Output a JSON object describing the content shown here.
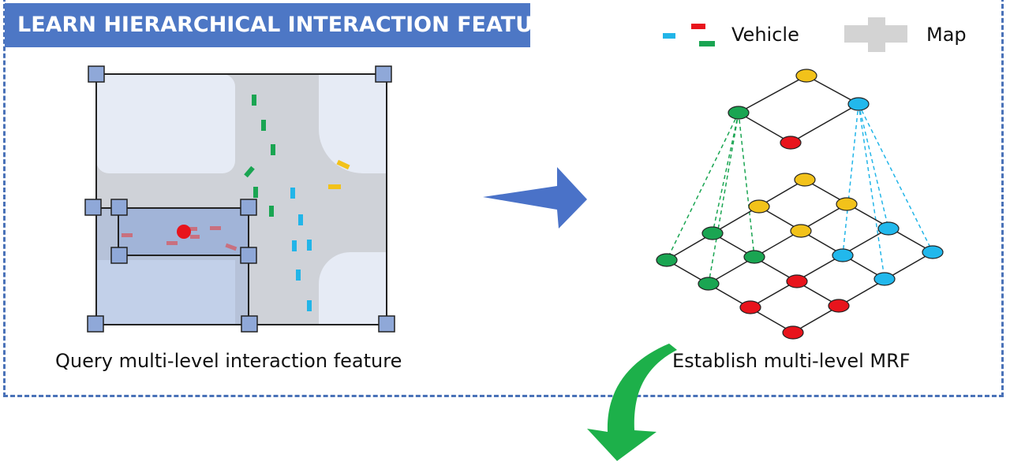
{
  "header": {
    "title": "LEARN HIERARCHICAL INTERACTION FEATURE"
  },
  "legend": {
    "vehicle_label": "Vehicle",
    "map_label": "Map",
    "vehicle_colors": [
      "#22b5e8",
      "#e8141c",
      "#1aa552"
    ]
  },
  "left_panel": {
    "caption": "Query multi-level interaction feature"
  },
  "right_panel": {
    "caption": "Establish multi-level MRF"
  },
  "colors": {
    "banner": "#4d77c5",
    "frame": "#4a72b8",
    "arrow_blue": "#4a72c8",
    "arrow_green": "#1db04a",
    "node_yellow": "#f2c21a",
    "node_blue": "#22b8ec",
    "node_green": "#1aa552",
    "node_red": "#e8141c",
    "road": "#cfd2d8",
    "block": "#e6ebf5",
    "query_box": "rgba(150,175,220,0.45)",
    "handle": "#8fa8d8"
  }
}
